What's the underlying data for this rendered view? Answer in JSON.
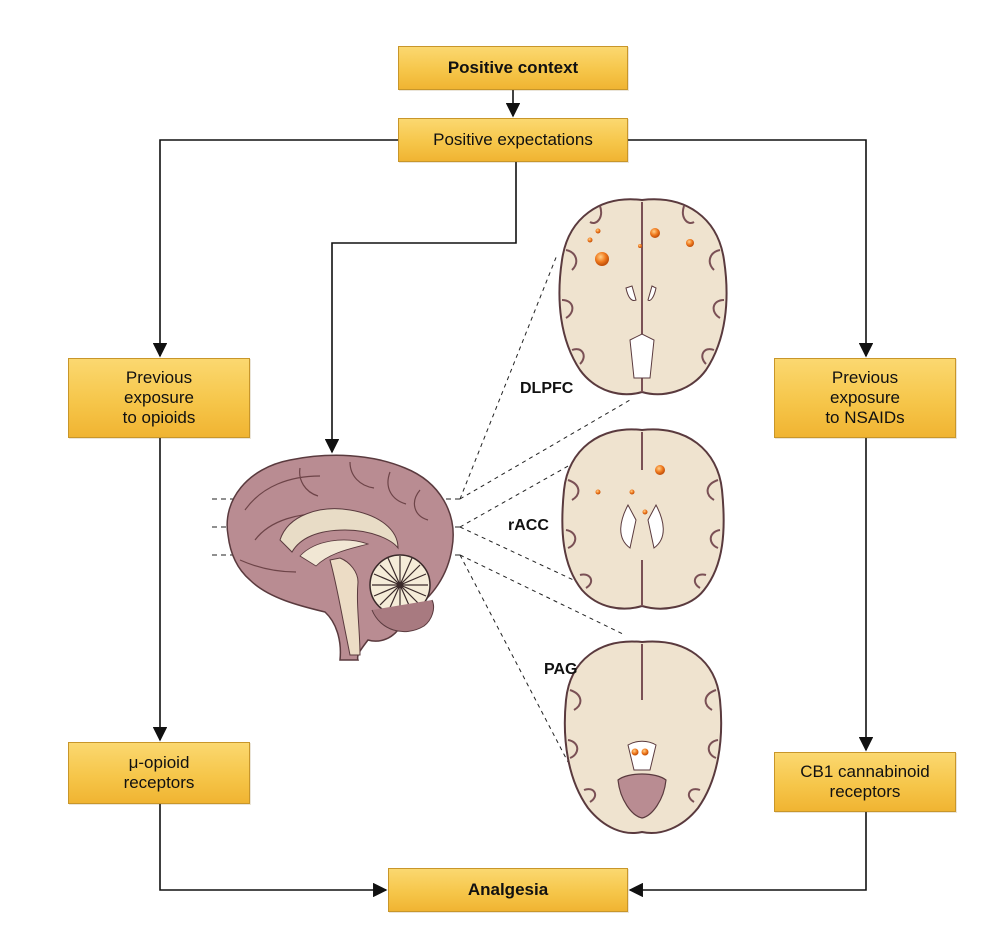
{
  "boxes": {
    "positive_context": "Positive context",
    "positive_expectations": "Positive expectations",
    "opioid_exposure": "Previous\nexposure\nto opioids",
    "nsaid_exposure": "Previous\nexposure\nto NSAIDs",
    "mu_opioid": "μ-opioid\nreceptors",
    "cb1": "CB1 cannabinoid\nreceptors",
    "analgesia": "Analgesia"
  },
  "brain_regions": [
    "DLPFC",
    "rACC",
    "PAG"
  ],
  "colors": {
    "box_fill": "#f6c64a",
    "brain_tissue": "#b98c92",
    "brain_slice": "#efe3cf",
    "activation": "#f07a1e"
  }
}
